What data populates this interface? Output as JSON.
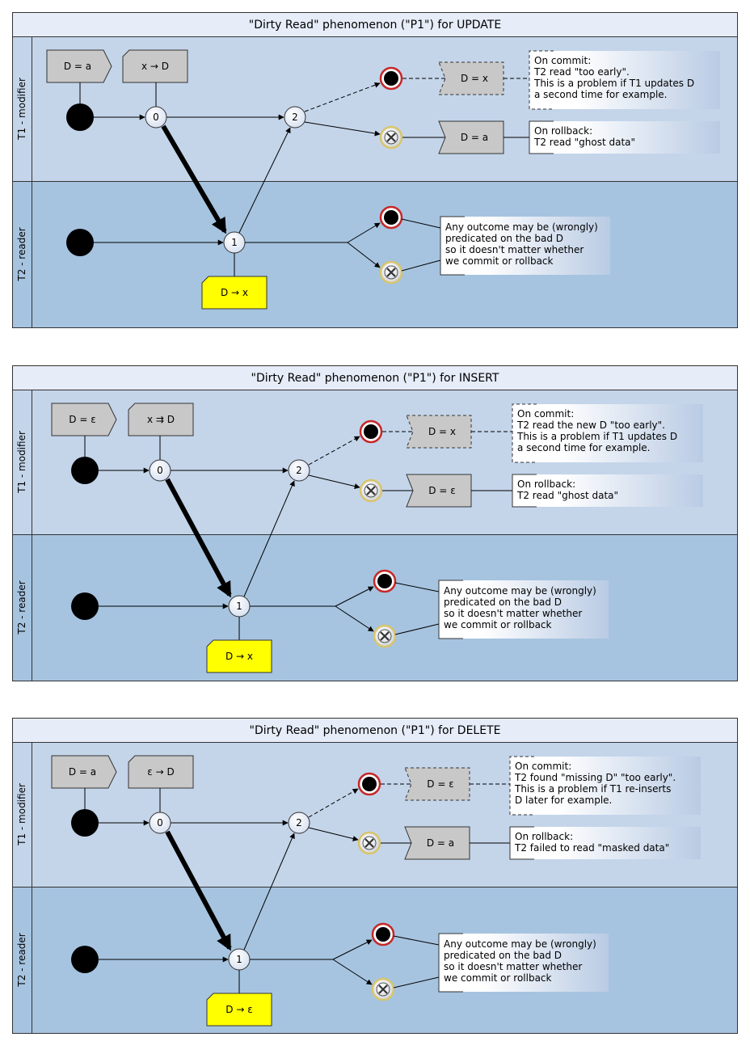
{
  "colors": {
    "title_bg": "#e6ecf8",
    "lane_t1": "#c4d5ea",
    "lane_t2": "#a6c4e0",
    "label_gray": "#c8c8c8",
    "label_yellow": "#ffff00",
    "node_fill": "#e2eaf6",
    "end_ring": "#c62828",
    "cancel_ring": "#d8c56a",
    "note_grad": "#b9cbe4"
  },
  "diagrams": [
    {
      "title": "\"Dirty Read\" phenomenon (\"P1\") for UPDATE",
      "lane_t1": "T1 - modifier",
      "lane_t2": "T2 - reader",
      "state_label": "D = a",
      "write_label": "x → D",
      "node0": "0",
      "node1": "1",
      "node2": "2",
      "read_label": "D → x",
      "commit_state": "D = x",
      "rollback_state": "D = a",
      "commit_note": [
        "On commit:",
        "T2 read \"too early\".",
        "This is a problem if T1 updates D",
        "a second time for example."
      ],
      "rollback_note": [
        "On rollback:",
        "T2 read \"ghost data\""
      ],
      "reader_note": [
        "Any outcome may be (wrongly)",
        "predicated on the bad D",
        "so it doesn't matter whether",
        "we commit or rollback"
      ]
    },
    {
      "title": "\"Dirty Read\" phenomenon (\"P1\") for INSERT",
      "lane_t1": "T1 - modifier",
      "lane_t2": "T2 - reader",
      "state_label": "D = ε",
      "write_label": "x ⇉ D",
      "node0": "0",
      "node1": "1",
      "node2": "2",
      "read_label": "D → x",
      "commit_state": "D = x",
      "rollback_state": "D = ε",
      "commit_note": [
        "On commit:",
        "T2 read the new D \"too early\".",
        "This is a problem if T1 updates D",
        "a second time for example."
      ],
      "rollback_note": [
        "On rollback:",
        "T2 read \"ghost data\""
      ],
      "reader_note": [
        "Any outcome may be (wrongly)",
        "predicated on the bad D",
        "so it doesn't matter whether",
        "we commit or rollback"
      ]
    },
    {
      "title": "\"Dirty Read\" phenomenon (\"P1\") for DELETE",
      "lane_t1": "T1 - modifier",
      "lane_t2": "T2 - reader",
      "state_label": "D = a",
      "write_label": "ε → D",
      "node0": "0",
      "node1": "1",
      "node2": "2",
      "read_label": "D → ε",
      "commit_state": "D = ε",
      "rollback_state": "D = a",
      "commit_note": [
        "On commit:",
        "T2 found \"missing D\" \"too early\".",
        "This is a problem if T1 re-inserts",
        "D later for example."
      ],
      "rollback_note": [
        "On rollback:",
        "T2 failed to read \"masked data\""
      ],
      "reader_note": [
        "Any outcome may be (wrongly)",
        "predicated on the bad D",
        "so it doesn't matter whether",
        "we commit or rollback"
      ]
    }
  ]
}
